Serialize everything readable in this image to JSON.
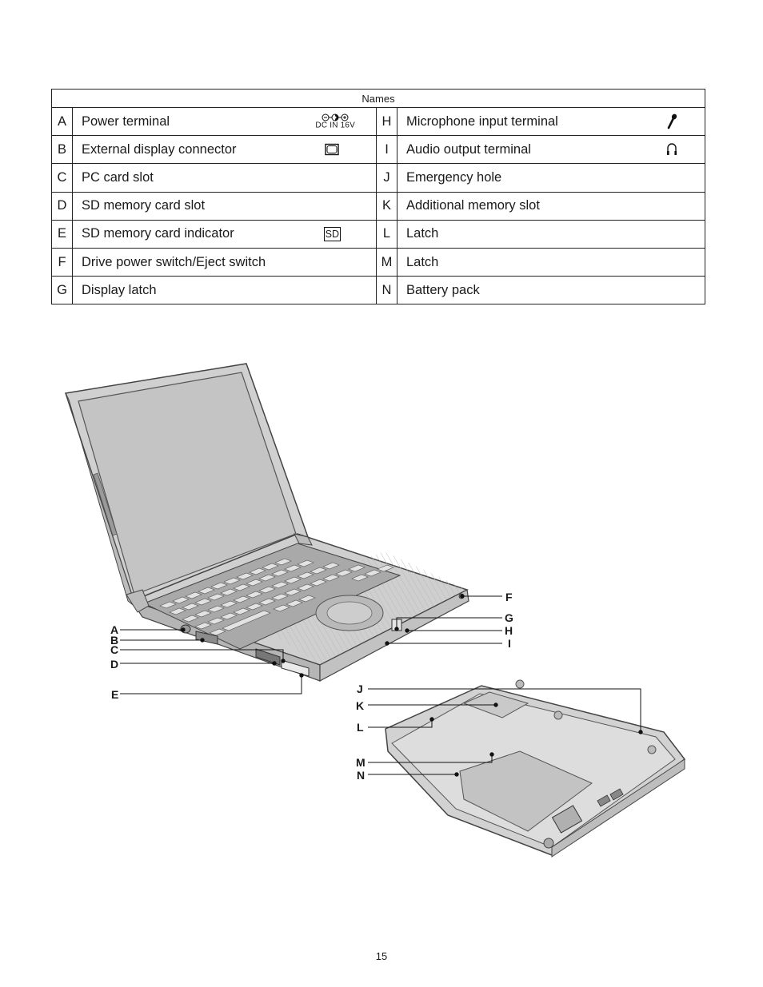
{
  "table": {
    "caption": "Names",
    "rows": [
      {
        "left_letter": "A",
        "left_name": "Power terminal",
        "right_letter": "H",
        "right_name": "Microphone input terminal"
      },
      {
        "left_letter": "B",
        "left_name": "External display connector",
        "right_letter": "I",
        "right_name": "Audio output terminal"
      },
      {
        "left_letter": "C",
        "left_name": "PC card slot",
        "right_letter": "J",
        "right_name": "Emergency hole"
      },
      {
        "left_letter": "D",
        "left_name": "SD memory card slot",
        "right_letter": "K",
        "right_name": "Additional memory slot"
      },
      {
        "left_letter": "E",
        "left_name": "SD memory card indicator",
        "right_letter": "L",
        "right_name": "Latch"
      },
      {
        "left_letter": "F",
        "left_name": "Drive power switch/Eject switch",
        "right_letter": "M",
        "right_name": "Latch"
      },
      {
        "left_letter": "G",
        "left_name": "Display latch",
        "right_letter": "N",
        "right_name": "Battery pack"
      }
    ],
    "symbols": {
      "dc_in_label": "DC IN 16V",
      "sd_label": "SD",
      "icons": [
        "dc-polarity-icon",
        "external-display-icon",
        "sd-card-icon",
        "microphone-icon",
        "headphone-icon"
      ]
    }
  },
  "diagram": {
    "callouts": {
      "A": "A",
      "B": "B",
      "C": "C",
      "D": "D",
      "E": "E",
      "F": "F",
      "G": "G",
      "H": "H",
      "I": "I",
      "J": "J",
      "K": "K",
      "L": "L",
      "M": "M",
      "N": "N"
    }
  },
  "page_number": "15"
}
